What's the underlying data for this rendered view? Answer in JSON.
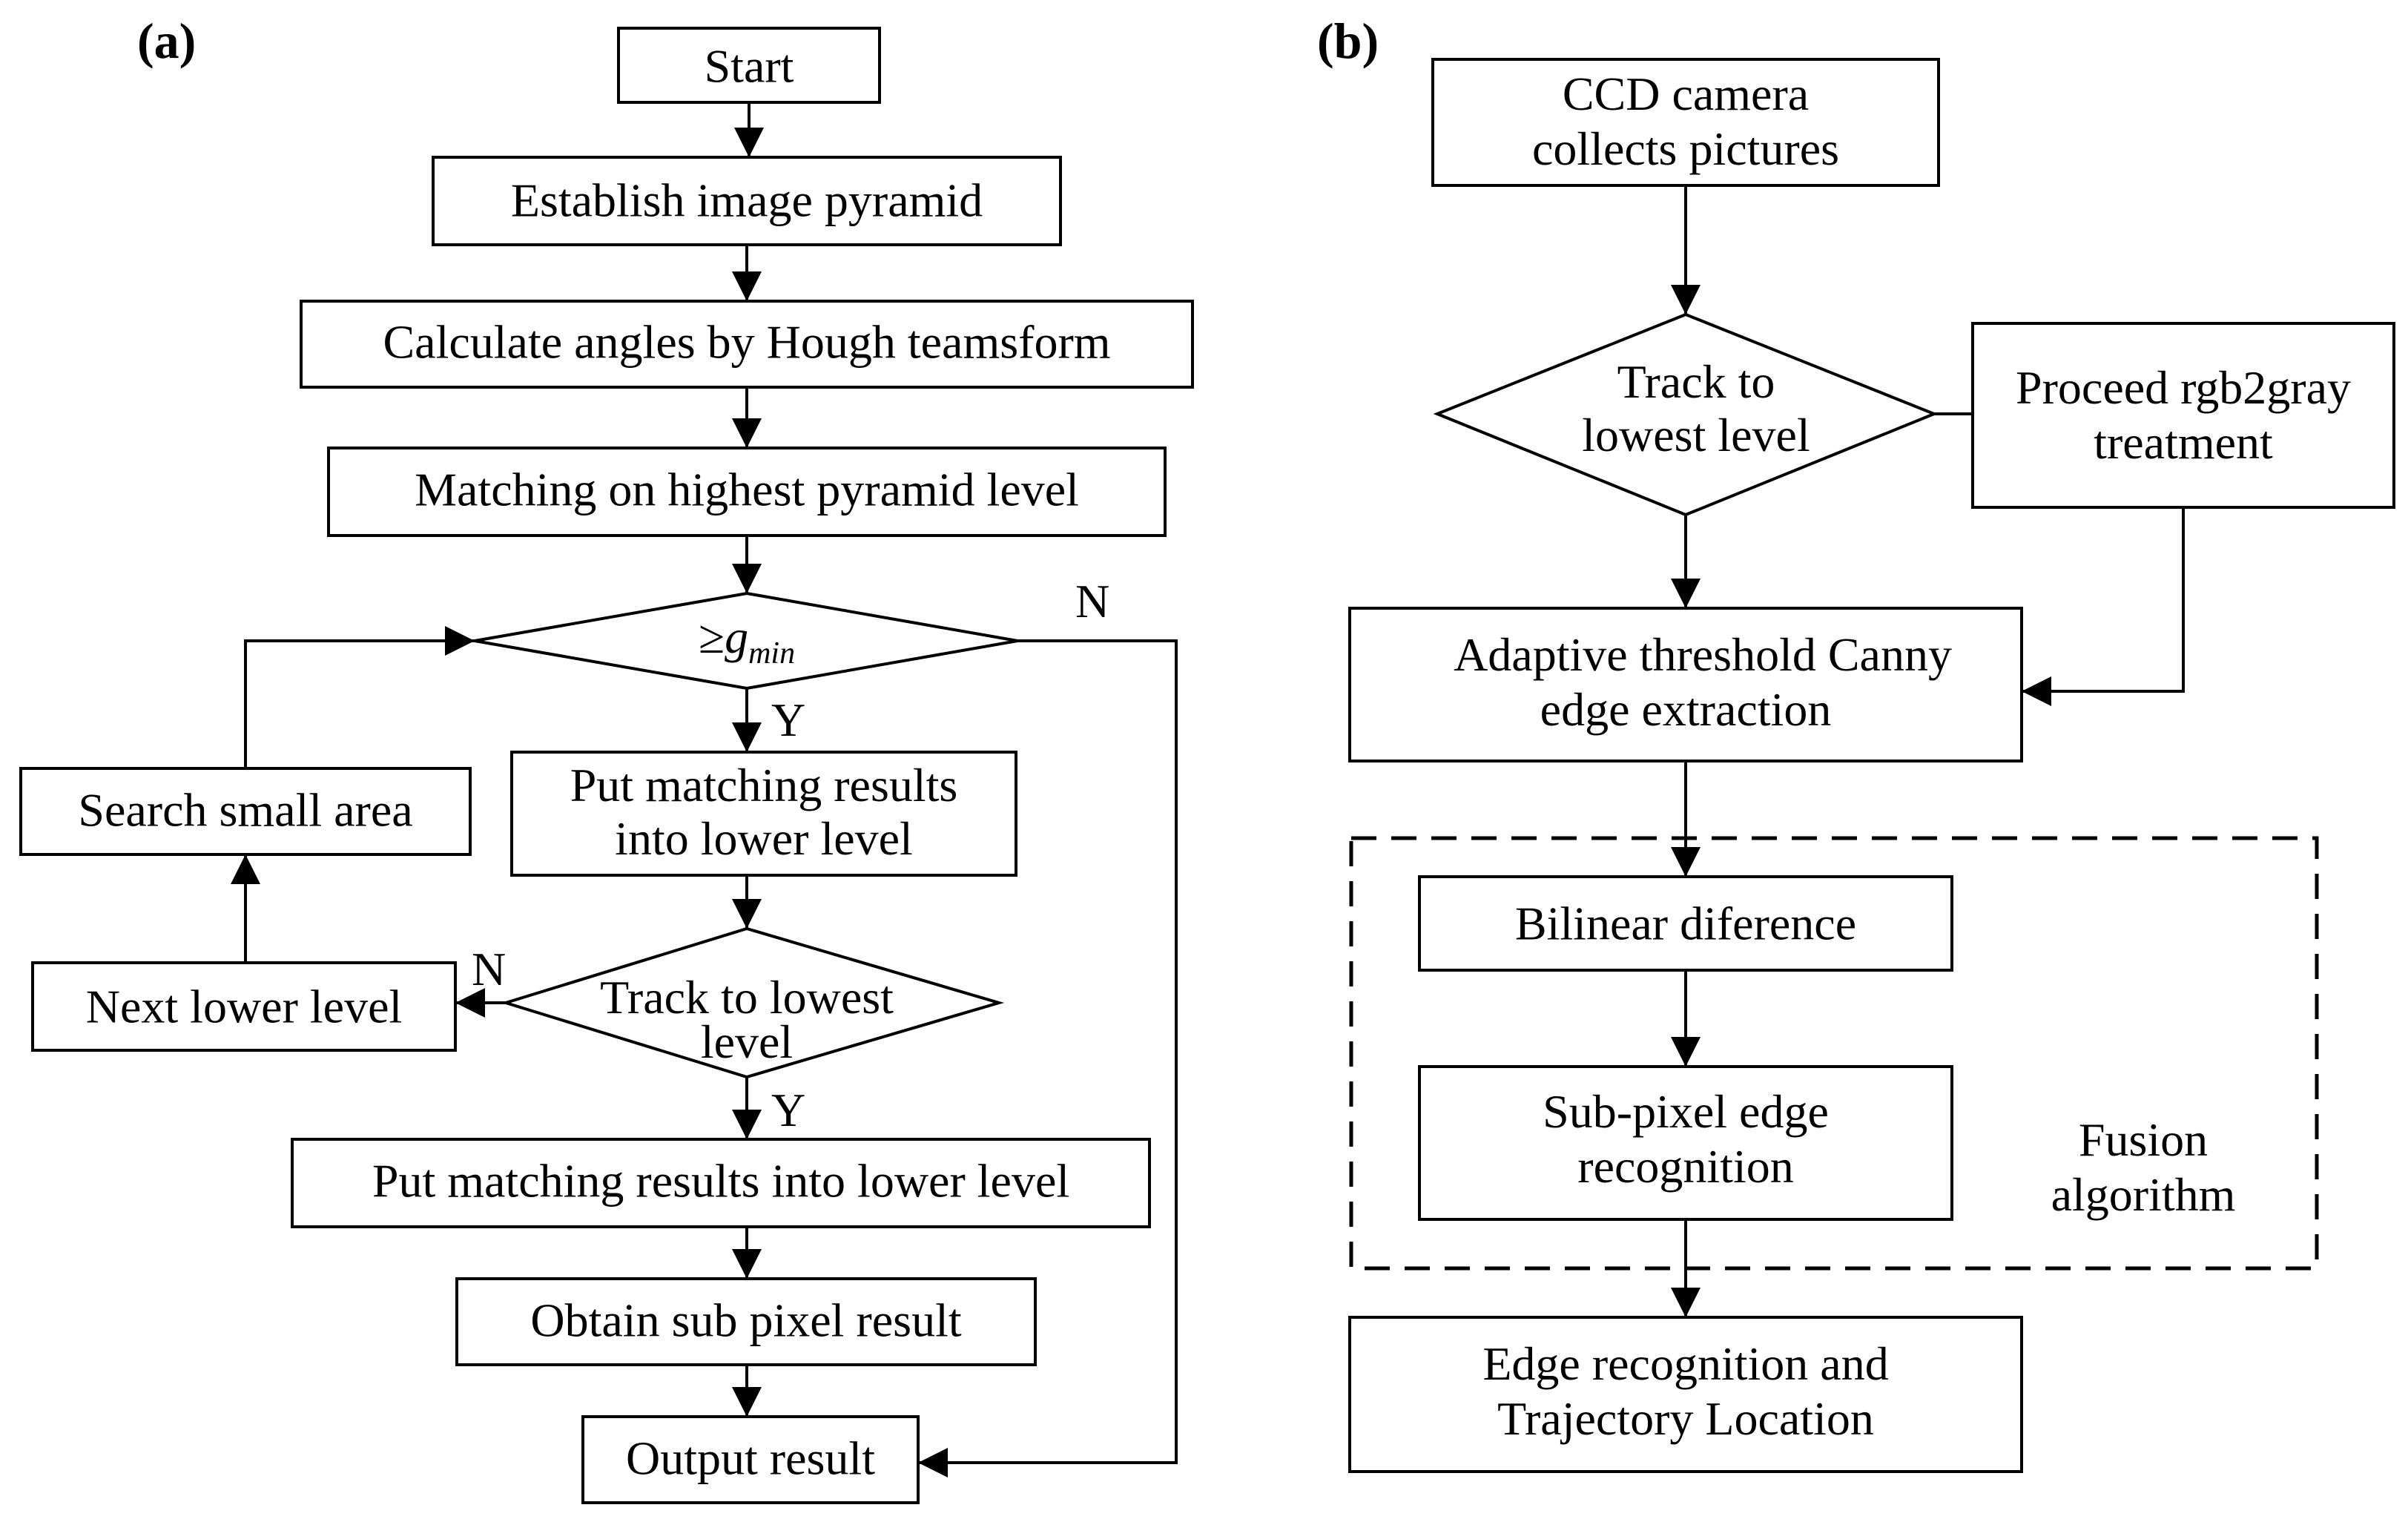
{
  "panel_a": {
    "label": "(a)",
    "start": "Start",
    "pyramid": "Establish image pyramid",
    "angles": "Calculate angles by Hough teamsform",
    "matching": "Matching on highest pyramid level",
    "gmin_prefix": "≥",
    "gmin_var": "g",
    "gmin_sub": "min",
    "gmin_yes": "Y",
    "gmin_no": "N",
    "put1_line1": "Put matching results",
    "put1_line2": "into lower level",
    "track_line1": "Track to lowest",
    "track_line2": "level",
    "track_yes": "Y",
    "track_no": "N",
    "next_lower": "Next lower level",
    "search": "Search small area",
    "put2": "Put matching results into lower level",
    "subpixel": "Obtain sub pixel result",
    "output": "Output result"
  },
  "panel_b": {
    "label": "(b)",
    "ccd_line1": "CCD camera",
    "ccd_line2": "collects pictures",
    "track_line1": "Track to",
    "track_line2": "lowest level",
    "rgb_line1": "Proceed rgb2gray",
    "rgb_line2": "treatment",
    "canny_line1": "Adaptive threshold Canny",
    "canny_line2": "edge extraction",
    "bilinear": "Bilinear diference",
    "subpix_line1": "Sub-pixel edge",
    "subpix_line2": "recognition",
    "fusion_line1": "Fusion",
    "fusion_line2": "algorithm",
    "edge_line1": "Edge recognition and",
    "edge_line2": "Trajectory Location"
  }
}
